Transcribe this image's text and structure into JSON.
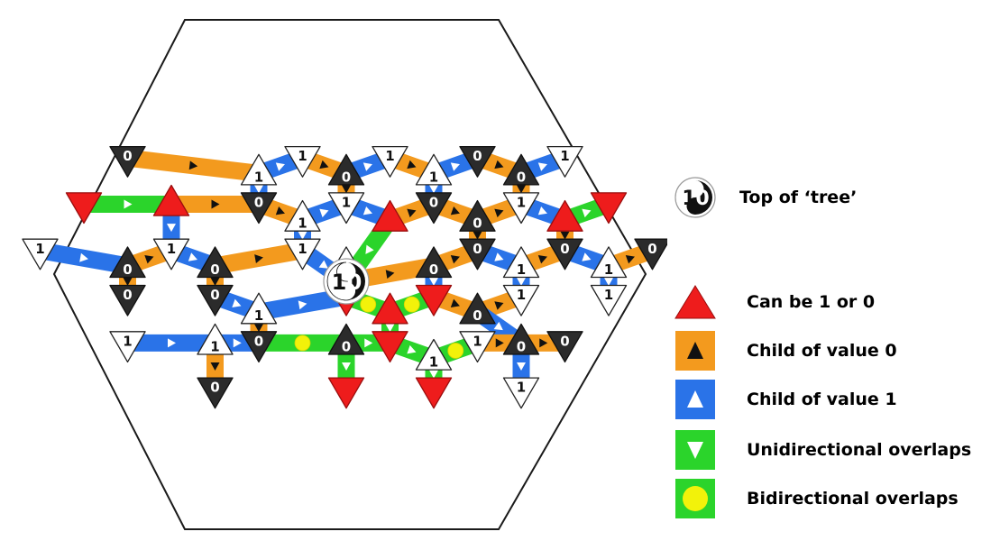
{
  "legend": {
    "top_of_tree": "Top of ‘tree’",
    "can_be": "Can be 1 or 0",
    "child0": "Child of value 0",
    "child1": "Child of value 1",
    "uni": "Unidirectional overlaps",
    "bi": "Bidirectional overlaps"
  },
  "colors": {
    "orange": "#F39A1E",
    "blue": "#2A73E8",
    "green": "#2BD42B",
    "red": "#EE1C1C",
    "black": "#2B2B2B",
    "yellow": "#F2F20A"
  },
  "diagram": {
    "root_labels": [
      "1",
      "0"
    ],
    "nodes": [
      {
        "id": "a1",
        "col": 1,
        "row": -8,
        "dir": "down",
        "fill": "black",
        "label": "0"
      },
      {
        "id": "a2",
        "col": 4,
        "row": -7,
        "dir": "up",
        "fill": "white",
        "label": "1"
      },
      {
        "id": "a3",
        "col": 5,
        "row": -8,
        "dir": "down",
        "fill": "white",
        "label": "1"
      },
      {
        "id": "a4",
        "col": 6,
        "row": -7,
        "dir": "up",
        "fill": "black",
        "label": "0"
      },
      {
        "id": "a5",
        "col": 7,
        "row": -8,
        "dir": "down",
        "fill": "white",
        "label": "1"
      },
      {
        "id": "a6",
        "col": 8,
        "row": -7,
        "dir": "up",
        "fill": "white",
        "label": "1"
      },
      {
        "id": "a7",
        "col": 9,
        "row": -8,
        "dir": "down",
        "fill": "black",
        "label": "0"
      },
      {
        "id": "a8",
        "col": 10,
        "row": -7,
        "dir": "up",
        "fill": "black",
        "label": "0"
      },
      {
        "id": "a9",
        "col": 11,
        "row": -8,
        "dir": "down",
        "fill": "white",
        "label": "1"
      },
      {
        "id": "b1",
        "col": 0,
        "row": -5,
        "dir": "down",
        "fill": "red",
        "label": ""
      },
      {
        "id": "b2",
        "col": 2,
        "row": -5,
        "dir": "up",
        "fill": "red",
        "label": ""
      },
      {
        "id": "b3",
        "col": 4,
        "row": -5,
        "dir": "down",
        "fill": "black",
        "label": "0"
      },
      {
        "id": "b4",
        "col": 5,
        "row": -4,
        "dir": "up",
        "fill": "white",
        "label": "1"
      },
      {
        "id": "b5",
        "col": 6,
        "row": -5,
        "dir": "down",
        "fill": "white",
        "label": "1"
      },
      {
        "id": "b6",
        "col": 7,
        "row": -4,
        "dir": "up",
        "fill": "red",
        "label": ""
      },
      {
        "id": "b7",
        "col": 8,
        "row": -5,
        "dir": "down",
        "fill": "black",
        "label": "0"
      },
      {
        "id": "b8",
        "col": 9,
        "row": -4,
        "dir": "up",
        "fill": "black",
        "label": "0"
      },
      {
        "id": "b9",
        "col": 10,
        "row": -5,
        "dir": "down",
        "fill": "white",
        "label": "1"
      },
      {
        "id": "b10",
        "col": 11,
        "row": -4,
        "dir": "up",
        "fill": "red",
        "label": ""
      },
      {
        "id": "b11",
        "col": 12,
        "row": -5,
        "dir": "down",
        "fill": "red",
        "label": ""
      },
      {
        "id": "c1",
        "col": -1,
        "row": -2,
        "dir": "down",
        "fill": "white",
        "label": "1"
      },
      {
        "id": "c2",
        "col": 2,
        "row": -2,
        "dir": "down",
        "fill": "white",
        "label": "1"
      },
      {
        "id": "c3",
        "col": 5,
        "row": -2,
        "dir": "down",
        "fill": "white",
        "label": "1"
      },
      {
        "id": "c4",
        "col": 9,
        "row": -2,
        "dir": "down",
        "fill": "black",
        "label": "0"
      },
      {
        "id": "c5",
        "col": 11,
        "row": -2,
        "dir": "down",
        "fill": "black",
        "label": "0"
      },
      {
        "id": "c6",
        "col": 13,
        "row": -2,
        "dir": "down",
        "fill": "black",
        "label": "0"
      },
      {
        "id": "d1",
        "col": 1,
        "row": -1,
        "dir": "up",
        "fill": "black",
        "label": "0"
      },
      {
        "id": "d2",
        "col": 3,
        "row": -1,
        "dir": "up",
        "fill": "black",
        "label": "0"
      },
      {
        "id": "d3",
        "col": 6,
        "row": -1,
        "dir": "up",
        "fill": "white",
        "label": "1"
      },
      {
        "id": "d4",
        "col": 8,
        "row": -1,
        "dir": "up",
        "fill": "black",
        "label": "0"
      },
      {
        "id": "d5",
        "col": 10,
        "row": -1,
        "dir": "up",
        "fill": "white",
        "label": "1"
      },
      {
        "id": "d6",
        "col": 12,
        "row": -1,
        "dir": "up",
        "fill": "white",
        "label": "1"
      },
      {
        "id": "e1",
        "col": 1,
        "row": 1,
        "dir": "down",
        "fill": "black",
        "label": "0"
      },
      {
        "id": "e2",
        "col": 3,
        "row": 1,
        "dir": "down",
        "fill": "black",
        "label": "0"
      },
      {
        "id": "e3",
        "col": 6,
        "row": 1,
        "dir": "down",
        "fill": "red",
        "label": ""
      },
      {
        "id": "e4",
        "col": 8,
        "row": 1,
        "dir": "down",
        "fill": "red",
        "label": ""
      },
      {
        "id": "e5",
        "col": 10,
        "row": 1,
        "dir": "down",
        "fill": "white",
        "label": "1"
      },
      {
        "id": "e6",
        "col": 12,
        "row": 1,
        "dir": "down",
        "fill": "white",
        "label": "1"
      },
      {
        "id": "f1",
        "col": 4,
        "row": 2,
        "dir": "up",
        "fill": "white",
        "label": "1"
      },
      {
        "id": "f2",
        "col": 7,
        "row": 2,
        "dir": "up",
        "fill": "red",
        "label": ""
      },
      {
        "id": "f3",
        "col": 9,
        "row": 2,
        "dir": "up",
        "fill": "black",
        "label": "0"
      },
      {
        "id": "g1",
        "col": 1,
        "row": 4,
        "dir": "down",
        "fill": "white",
        "label": "1"
      },
      {
        "id": "g2",
        "col": 3,
        "row": 4,
        "dir": "up",
        "fill": "white",
        "label": "1"
      },
      {
        "id": "g3",
        "col": 4,
        "row": 4,
        "dir": "down",
        "fill": "black",
        "label": "0"
      },
      {
        "id": "g4",
        "col": 6,
        "row": 4,
        "dir": "up",
        "fill": "black",
        "label": "0"
      },
      {
        "id": "g5",
        "col": 7,
        "row": 4,
        "dir": "down",
        "fill": "red",
        "label": ""
      },
      {
        "id": "g6",
        "col": 9,
        "row": 4,
        "dir": "down",
        "fill": "white",
        "label": "1"
      },
      {
        "id": "g7",
        "col": 10,
        "row": 4,
        "dir": "up",
        "fill": "black",
        "label": "0"
      },
      {
        "id": "g8",
        "col": 11,
        "row": 4,
        "dir": "down",
        "fill": "black",
        "label": "0"
      },
      {
        "id": "g9",
        "col": 8,
        "row": 5,
        "dir": "up",
        "fill": "white",
        "label": "1"
      },
      {
        "id": "h1",
        "col": 3,
        "row": 7,
        "dir": "down",
        "fill": "black",
        "label": "0"
      },
      {
        "id": "h2",
        "col": 6,
        "row": 7,
        "dir": "down",
        "fill": "red",
        "label": ""
      },
      {
        "id": "h3",
        "col": 8,
        "row": 7,
        "dir": "down",
        "fill": "red",
        "label": ""
      },
      {
        "id": "h4",
        "col": 10,
        "row": 7,
        "dir": "down",
        "fill": "white",
        "label": "1"
      }
    ],
    "edges": [
      {
        "a": "a1",
        "b": "a2",
        "c": "orange"
      },
      {
        "a": "a2",
        "b": "a3",
        "c": "blue"
      },
      {
        "a": "a3",
        "b": "a4",
        "c": "orange"
      },
      {
        "a": "a4",
        "b": "a5",
        "c": "blue"
      },
      {
        "a": "a5",
        "b": "a6",
        "c": "orange"
      },
      {
        "a": "a6",
        "b": "a7",
        "c": "blue"
      },
      {
        "a": "a7",
        "b": "a8",
        "c": "orange"
      },
      {
        "a": "a8",
        "b": "a9",
        "c": "blue"
      },
      {
        "a": "a2",
        "b": "b3",
        "c": "blue"
      },
      {
        "a": "a4",
        "b": "b5",
        "c": "orange"
      },
      {
        "a": "a6",
        "b": "b7",
        "c": "blue"
      },
      {
        "a": "a8",
        "b": "b9",
        "c": "orange"
      },
      {
        "a": "b1",
        "b": "b2",
        "c": "green"
      },
      {
        "a": "b2",
        "b": "b3",
        "c": "orange"
      },
      {
        "a": "b3",
        "b": "b4",
        "c": "orange"
      },
      {
        "a": "b4",
        "b": "b5",
        "c": "blue"
      },
      {
        "a": "b5",
        "b": "b6",
        "c": "blue"
      },
      {
        "a": "b6",
        "b": "b7",
        "c": "orange"
      },
      {
        "a": "b7",
        "b": "b8",
        "c": "orange"
      },
      {
        "a": "b8",
        "b": "b9",
        "c": "orange"
      },
      {
        "a": "b9",
        "b": "b10",
        "c": "blue"
      },
      {
        "a": "b10",
        "b": "b11",
        "c": "green"
      },
      {
        "a": "b6",
        "b": "root",
        "c": "green"
      },
      {
        "a": "b2",
        "b": "c2",
        "c": "blue"
      },
      {
        "a": "b4",
        "b": "c3",
        "c": "blue"
      },
      {
        "a": "b8",
        "b": "c4",
        "c": "orange"
      },
      {
        "a": "b10",
        "b": "c5",
        "c": "orange"
      },
      {
        "a": "c1",
        "b": "d1",
        "c": "blue"
      },
      {
        "a": "d1",
        "b": "c2",
        "c": "orange"
      },
      {
        "a": "c2",
        "b": "d2",
        "c": "blue"
      },
      {
        "a": "d2",
        "b": "c3",
        "c": "orange"
      },
      {
        "a": "c3",
        "b": "root",
        "c": "blue"
      },
      {
        "a": "root",
        "b": "d3",
        "c": "orange"
      },
      {
        "a": "root",
        "b": "d4",
        "c": "orange"
      },
      {
        "a": "d4",
        "b": "c4",
        "c": "orange"
      },
      {
        "a": "c4",
        "b": "d5",
        "c": "blue"
      },
      {
        "a": "d5",
        "b": "c5",
        "c": "orange"
      },
      {
        "a": "c5",
        "b": "d6",
        "c": "blue"
      },
      {
        "a": "d6",
        "b": "c6",
        "c": "orange"
      },
      {
        "a": "d1",
        "b": "e1",
        "c": "orange"
      },
      {
        "a": "d2",
        "b": "e2",
        "c": "orange"
      },
      {
        "a": "d3",
        "b": "e3",
        "c": "orange"
      },
      {
        "a": "d4",
        "b": "e4",
        "c": "blue"
      },
      {
        "a": "d5",
        "b": "e5",
        "c": "blue"
      },
      {
        "a": "d6",
        "b": "e6",
        "c": "blue"
      },
      {
        "a": "e2",
        "b": "f1",
        "c": "blue"
      },
      {
        "a": "f1",
        "b": "e3",
        "c": "blue"
      },
      {
        "a": "e3",
        "b": "f2",
        "c": "green",
        "dots": true
      },
      {
        "a": "f2",
        "b": "e4",
        "c": "green",
        "dots": true
      },
      {
        "a": "e4",
        "b": "f3",
        "c": "orange"
      },
      {
        "a": "f3",
        "b": "e5",
        "c": "orange"
      },
      {
        "a": "f1",
        "b": "g3",
        "c": "orange"
      },
      {
        "a": "f2",
        "b": "g5",
        "c": "green"
      },
      {
        "a": "f3",
        "b": "g7",
        "c": "blue"
      },
      {
        "a": "g1",
        "b": "g2",
        "c": "blue"
      },
      {
        "a": "g2",
        "b": "g3",
        "c": "blue"
      },
      {
        "a": "g3",
        "b": "g4",
        "c": "green",
        "dots": true
      },
      {
        "a": "g4",
        "b": "g5",
        "c": "green"
      },
      {
        "a": "g5",
        "b": "g9",
        "c": "green"
      },
      {
        "a": "g9",
        "b": "g6",
        "c": "green",
        "dots": true
      },
      {
        "a": "g6",
        "b": "g7",
        "c": "orange"
      },
      {
        "a": "g7",
        "b": "g8",
        "c": "orange"
      },
      {
        "a": "g2",
        "b": "h1",
        "c": "orange"
      },
      {
        "a": "g4",
        "b": "h2",
        "c": "green"
      },
      {
        "a": "g9",
        "b": "h3",
        "c": "green"
      },
      {
        "a": "g7",
        "b": "h4",
        "c": "blue"
      }
    ]
  }
}
